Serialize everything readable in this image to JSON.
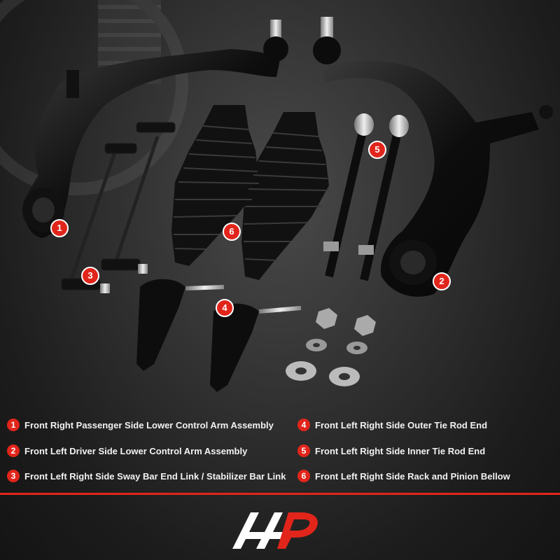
{
  "legend": {
    "items": [
      {
        "num": "1",
        "text": "Front Right Passenger Side Lower Control Arm Assembly"
      },
      {
        "num": "2",
        "text": "Front Left Driver Side Lower Control Arm Assembly"
      },
      {
        "num": "3",
        "text": "Front Left Right Side Sway Bar End Link / Stabilizer Bar Link"
      },
      {
        "num": "4",
        "text": "Front Left Right Side Outer Tie Rod End"
      },
      {
        "num": "5",
        "text": "Front Left Right Side Inner Tie Rod End"
      },
      {
        "num": "6",
        "text": "Front Left Right Side Rack and Pinion Bellow"
      }
    ]
  },
  "markers": [
    "1",
    "2",
    "3",
    "4",
    "5",
    "6"
  ],
  "colors": {
    "accent": "#e1251b",
    "background": "#1c1c1c",
    "text": "#f2f2f2"
  },
  "logo": {
    "icon": "a-premium-logo-icon"
  }
}
